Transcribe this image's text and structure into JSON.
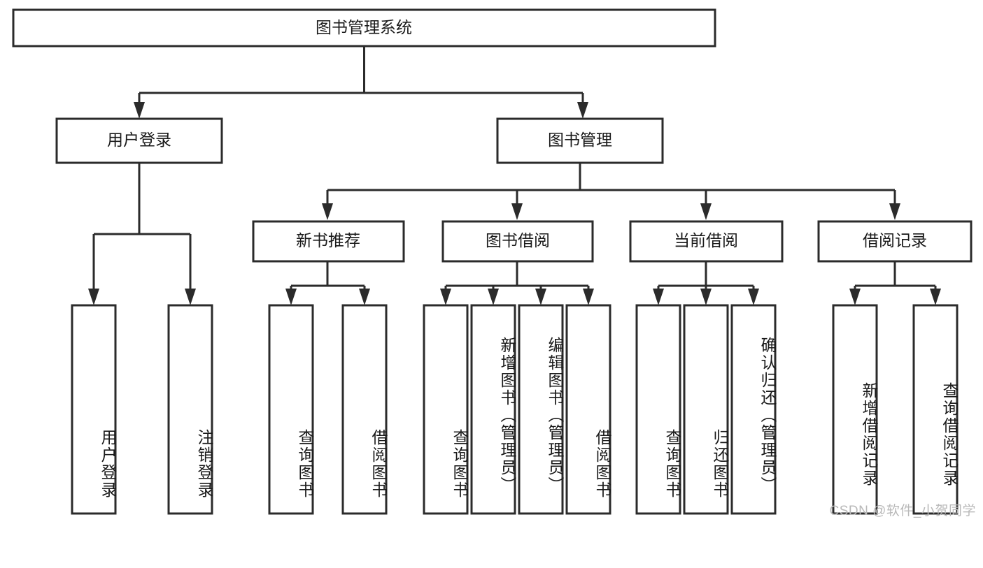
{
  "diagram": {
    "type": "tree-hierarchy",
    "title": "图书管理系统",
    "root": {
      "label": "图书管理系统"
    },
    "level2": [
      {
        "id": "user-login",
        "label": "用户登录"
      },
      {
        "id": "book-management",
        "label": "图书管理"
      }
    ],
    "level3": [
      {
        "id": "new-book-recommend",
        "label": "新书推荐",
        "parent": "book-management"
      },
      {
        "id": "book-borrow",
        "label": "图书借阅",
        "parent": "book-management"
      },
      {
        "id": "current-borrow",
        "label": "当前借阅",
        "parent": "book-management"
      },
      {
        "id": "borrow-record",
        "label": "借阅记录",
        "parent": "book-management"
      }
    ],
    "leaves": {
      "user-login": [
        {
          "id": "leaf-user-login",
          "label": "用户登录"
        },
        {
          "id": "leaf-logout",
          "label": "注销登录"
        }
      ],
      "new-book-recommend": [
        {
          "id": "leaf-query-book-1",
          "label": "查询图书"
        },
        {
          "id": "leaf-borrow-book-1",
          "label": "借阅图书"
        }
      ],
      "book-borrow": [
        {
          "id": "leaf-query-book-2",
          "label": "查询图书"
        },
        {
          "id": "leaf-add-book",
          "label": "新增图书（管理员）"
        },
        {
          "id": "leaf-edit-book",
          "label": "编辑图书（管理员）"
        },
        {
          "id": "leaf-borrow-book-2",
          "label": "借阅图书"
        }
      ],
      "current-borrow": [
        {
          "id": "leaf-query-book-3",
          "label": "查询图书"
        },
        {
          "id": "leaf-return-book",
          "label": "归还图书"
        },
        {
          "id": "leaf-confirm-return",
          "label": "确认归还（管理员）"
        }
      ],
      "borrow-record": [
        {
          "id": "leaf-add-record",
          "label": "新增借阅记录"
        },
        {
          "id": "leaf-query-record",
          "label": "查询借阅记录"
        }
      ]
    },
    "colors": {
      "stroke": "#2b2b2b",
      "fill": "#ffffff",
      "text": "#1a1a1a",
      "watermark": "#b9b9b9"
    }
  },
  "watermark": {
    "text": "CSDN @软件_小贺同学"
  }
}
